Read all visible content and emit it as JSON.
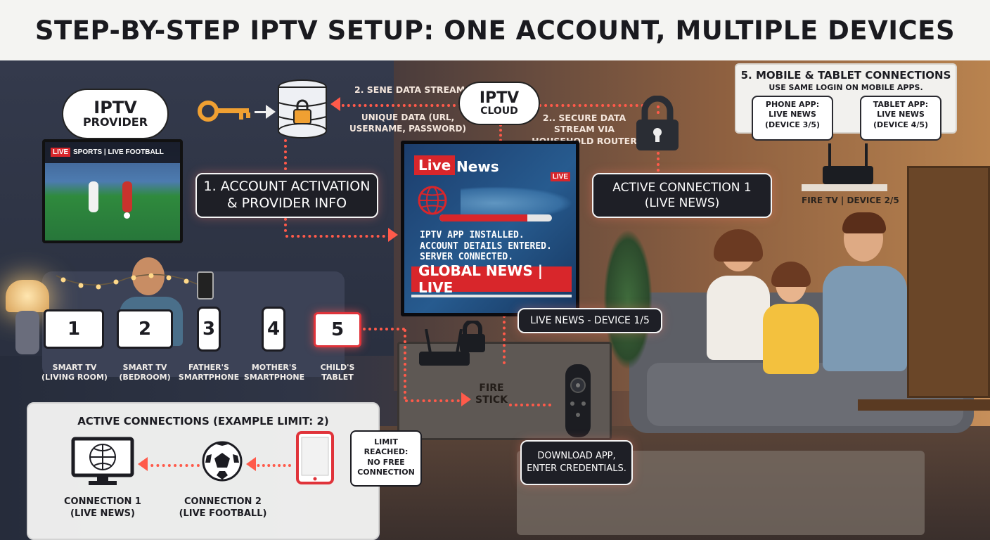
{
  "title": "STEP-BY-STEP IPTV SETUP: ONE ACCOUNT, MULTIPLE DEVICES",
  "provider_cloud": {
    "line1": "IPTV",
    "line2": "PROVIDER"
  },
  "iptv_cloud": {
    "line1": "IPTV",
    "line2": "CLOUD"
  },
  "data_stream_label": "2. SENE DATA STREAM",
  "unique_data_label": "UNIQUE DATA (URL, USERNAME, PASSWORD)",
  "secure_stream_label": "2.. SECURE DATA STREAM VIA HOUSEHOLD ROUTER",
  "activation_callout": {
    "line1": "1. ACCOUNT ACTIVATION",
    "line2": "& PROVIDER INFO"
  },
  "bedroom_tv": {
    "badge": "LIVE",
    "caption": "SPORTS | LIVE FOOTBALL"
  },
  "main_tv": {
    "live_word": "Live",
    "news_word": "News",
    "live_badge": "LIVE",
    "status_line1": "IPTV APP INSTALLED.",
    "status_line2": "ACCOUNT DETAILS ENTERED.",
    "status_line3": "SERVER CONNECTED.",
    "ticker": "GLOBAL NEWS | LIVE",
    "progress": 0.78
  },
  "active_connection_callout": {
    "line1": "ACTIVE CONNECTION 1",
    "line2": "(LIVE NEWS)"
  },
  "device1_callout": "LIVE NEWS - DEVICE 1/5",
  "mobile_panel": {
    "title": "5. MOBILE & TABLET CONNECTIONS",
    "subtitle": "USE SAME LOGIN ON MOBILE APPS.",
    "phone": {
      "line1": "PHONE APP:",
      "line2": "LIVE NEWS",
      "line3": "(DEVICE 3/5)"
    },
    "tablet": {
      "line1": "TABLET APP:",
      "line2": "LIVE NEWS",
      "line3": "(DEVICE 4/5)"
    }
  },
  "firetv_label": "FIRE TV | DEVICE 2/5",
  "fire_stick_label": {
    "line1": "FIRE",
    "line2": "STICK"
  },
  "download_callout": {
    "line1": "DOWNLOAD APP,",
    "line2": "ENTER CREDENTIALS."
  },
  "devices": [
    {
      "number": "1",
      "label1": "SMART TV",
      "label2": "(LIVING ROOM)"
    },
    {
      "number": "2",
      "label1": "SMART TV",
      "label2": "(BEDROOM)"
    },
    {
      "number": "3",
      "label1": "FATHER'S",
      "label2": "SMARTPHONE"
    },
    {
      "number": "4",
      "label1": "MOTHER'S",
      "label2": "SMARTPHONE"
    },
    {
      "number": "5",
      "label1": "CHILD'S",
      "label2": "TABLET"
    }
  ],
  "connections_panel": {
    "title": "ACTIVE CONNECTIONS (EXAMPLE LIMIT: 2)",
    "conn1": {
      "line1": "CONNECTION 1",
      "line2": "(LIVE NEWS)"
    },
    "conn2": {
      "line1": "CONNECTION 2",
      "line2": "(LIVE FOOTBALL)"
    },
    "limit": {
      "line1": "LIMIT REACHED:",
      "line2": "NO FREE",
      "line3": "CONNECTION"
    }
  },
  "colors": {
    "accent_red": "#e2262b",
    "dotted_line": "#ff5a4a",
    "callout_bg": "#1e1f26",
    "title_bg": "#f4f4f2"
  }
}
